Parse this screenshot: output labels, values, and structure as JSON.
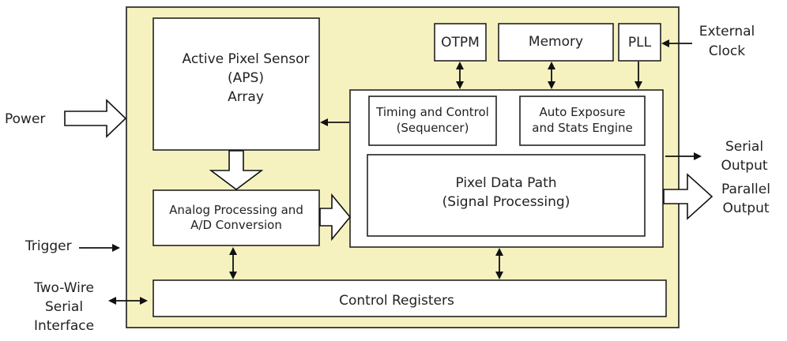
{
  "colors": {
    "chip_fill": "#f6f2c0",
    "box_fill": "#ffffff",
    "stroke": "#222222"
  },
  "blocks": {
    "aps": [
      "Active Pixel Sensor",
      "(APS)",
      "Array"
    ],
    "otpm": "OTPM",
    "memory": "Memory",
    "pll": "PLL",
    "timing": [
      "Timing and Control",
      "(Sequencer)"
    ],
    "auto_exposure": [
      "Auto Exposure",
      "and Stats Engine"
    ],
    "pixel_path": [
      "Pixel Data Path",
      "(Signal Processing)"
    ],
    "analog": [
      "Analog Processing and",
      "A/D Conversion"
    ],
    "control_registers": "Control Registers"
  },
  "external": {
    "power": "Power",
    "trigger": "Trigger",
    "two_wire": [
      "Two-Wire",
      "Serial",
      "Interface"
    ],
    "external_clock": [
      "External",
      "Clock"
    ],
    "serial_output": [
      "Serial",
      "Output"
    ],
    "parallel_output": [
      "Parallel",
      "Output"
    ]
  }
}
